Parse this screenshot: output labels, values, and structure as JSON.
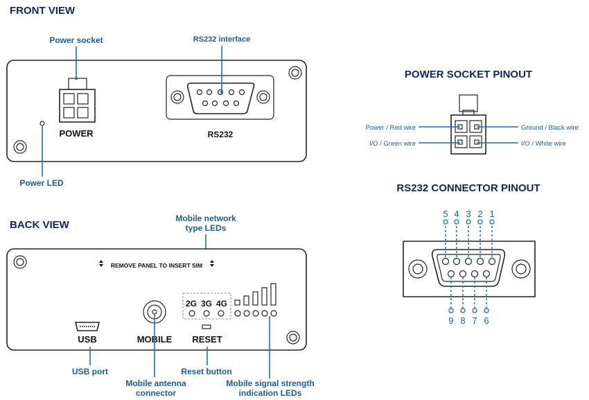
{
  "front_view": {
    "title": "FRONT VIEW",
    "power_socket_callout": "Power socket",
    "rs232_callout": "RS232 interface",
    "power_label": "POWER",
    "rs232_label": "RS232",
    "power_led_callout": "Power LED"
  },
  "back_view": {
    "title": "BACK VIEW",
    "sim_notice": "REMOVE PANEL TO INSERT SIM",
    "network_leds_callout_line1": "Mobile network",
    "network_leds_callout_line2": "type LEDs",
    "net_2g": "2G",
    "net_3g": "3G",
    "net_4g": "4G",
    "usb_label": "USB",
    "mobile_label": "MOBILE",
    "reset_label": "RESET",
    "usb_port_callout": "USB port",
    "antenna_callout_line1": "Mobile antenna",
    "antenna_callout_line2": "connector",
    "reset_callout": "Reset button",
    "signal_callout_line1": "Mobile signal strength",
    "signal_callout_line2": "indication LEDs"
  },
  "power_pinout": {
    "title": "POWER SOCKET PINOUT",
    "pin_top_left": "Power / Red wire",
    "pin_bottom_left": "I/O / Green wire",
    "pin_top_right": "Ground / Black wire",
    "pin_bottom_right": "I/O / White wire"
  },
  "rs232_pinout": {
    "title": "RS232 CONNECTOR PINOUT",
    "top_pins": [
      "5",
      "4",
      "3",
      "2",
      "1"
    ],
    "bottom_pins": [
      "9",
      "8",
      "7",
      "6"
    ]
  },
  "colors": {
    "heading": "#14255c",
    "callout": "#1d5b96",
    "leader": "#1d6fb5"
  }
}
